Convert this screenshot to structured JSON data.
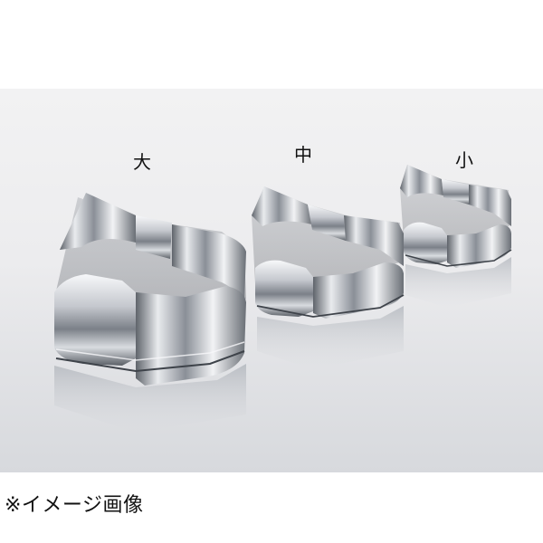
{
  "labels": {
    "large": "大",
    "medium": "中",
    "small": "小"
  },
  "caption": "※イメージ画像",
  "colors": {
    "background": "#ffffff",
    "backdrop": "#e8e9eb",
    "steel_light": "#f4f5f7",
    "steel_mid": "#a9adb4",
    "steel_dark": "#3c4046"
  }
}
